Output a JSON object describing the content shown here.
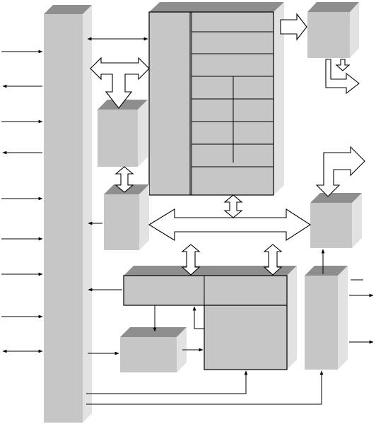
{
  "colors": {
    "background": "#ffffff",
    "block_face": "#c6c6c6",
    "block_top": "#8e8e8e",
    "block_side": "#e2e2e2",
    "line": "#000000",
    "arrow_fill": "#ffffff"
  },
  "blocks": [
    "left-bus-block",
    "register-grid-block",
    "top-right-block",
    "small-upper-block",
    "small-middle-block",
    "right-middle-block",
    "wide-lower-block",
    "lower-square-block",
    "lower-left-small-block",
    "right-tall-block"
  ],
  "icons": [
    "arrow-right-icon",
    "arrow-left-icon",
    "double-arrow-icon",
    "hollow-arrow-icon"
  ]
}
